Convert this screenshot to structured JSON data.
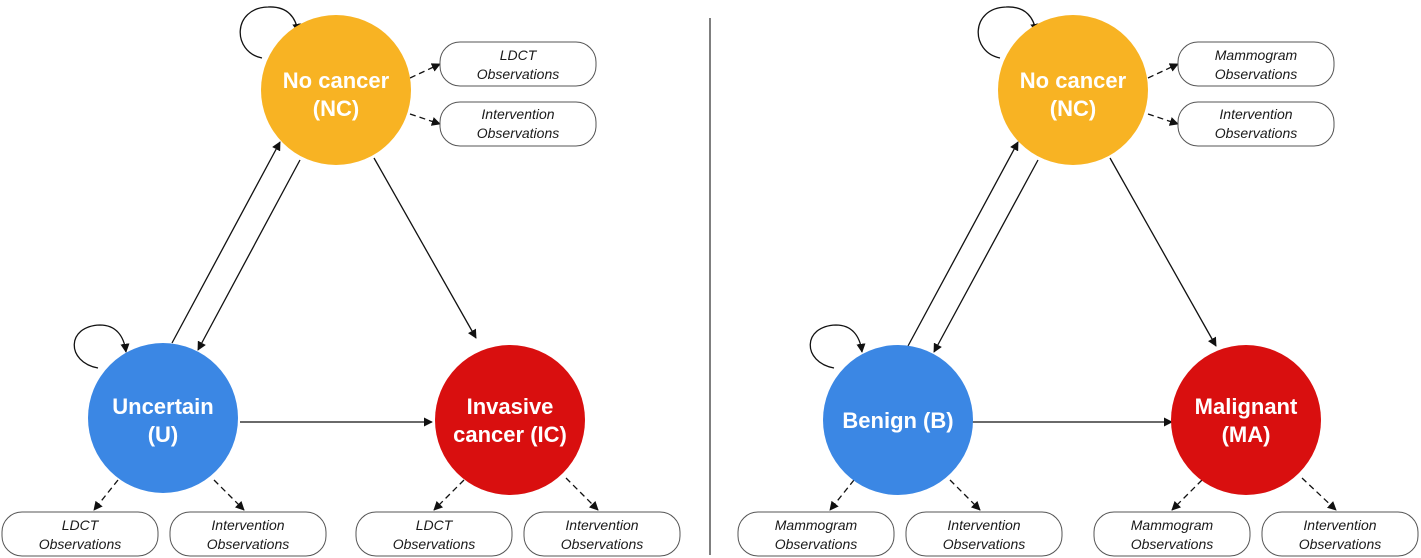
{
  "colors": {
    "no_cancer": "#F8B323",
    "uncertain": "#3B87E4",
    "invasive": "#D90F0F",
    "divider": "#555555"
  },
  "left": {
    "nc": {
      "line1": "No cancer",
      "line2": "(NC)"
    },
    "u": {
      "line1": "Uncertain",
      "line2": "(U)"
    },
    "ic": {
      "line1": "Invasive",
      "line2": "cancer (IC)"
    },
    "obs": {
      "nc_ldct": {
        "line1": "LDCT",
        "line2": "Observations"
      },
      "nc_int": {
        "line1": "Intervention",
        "line2": "Observations"
      },
      "u_ldct": {
        "line1": "LDCT",
        "line2": "Observations"
      },
      "u_int": {
        "line1": "Intervention",
        "line2": "Observations"
      },
      "ic_ldct": {
        "line1": "LDCT",
        "line2": "Observations"
      },
      "ic_int": {
        "line1": "Intervention",
        "line2": "Observations"
      }
    }
  },
  "right": {
    "nc": {
      "line1": "No cancer",
      "line2": "(NC)"
    },
    "b": {
      "line1": "Benign (B)"
    },
    "ma": {
      "line1": "Malignant",
      "line2": "(MA)"
    },
    "obs": {
      "nc_mam": {
        "line1": "Mammogram",
        "line2": "Observations"
      },
      "nc_int": {
        "line1": "Intervention",
        "line2": "Observations"
      },
      "b_mam": {
        "line1": "Mammogram",
        "line2": "Observations"
      },
      "b_int": {
        "line1": "Intervention",
        "line2": "Observations"
      },
      "ma_mam": {
        "line1": "Mammogram",
        "line2": "Observations"
      },
      "ma_int": {
        "line1": "Intervention",
        "line2": "Observations"
      }
    }
  }
}
